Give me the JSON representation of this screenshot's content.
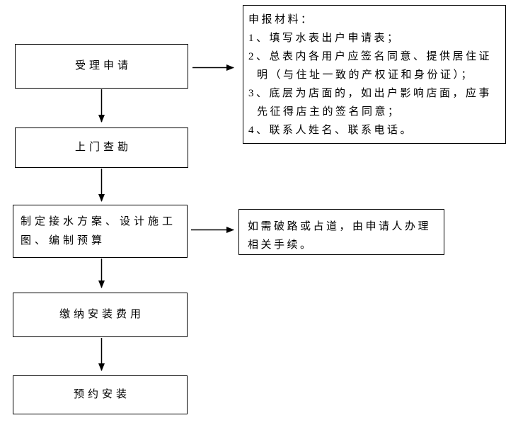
{
  "flowchart": {
    "steps": [
      {
        "id": "accept-application",
        "lines": [
          "受理申请"
        ]
      },
      {
        "id": "site-survey",
        "lines": [
          "上门查勘"
        ]
      },
      {
        "id": "plan-design-budget",
        "lines": [
          "制定接水方案、设计施工",
          "图、编制预算"
        ]
      },
      {
        "id": "pay-installation-fee",
        "lines": [
          "缴纳安装费用"
        ]
      },
      {
        "id": "schedule-installation",
        "lines": [
          "预约安装"
        ]
      }
    ],
    "materials_note": {
      "lines": [
        "申报材料：",
        "1、填写水表出户申请表；",
        "2、总表内各用户应签名同意、提供居住证",
        "明（与住址一致的产权证和身份证）；",
        "3、底层为店面的，如出户影响店面，应事",
        "先征得店主的签名同意；",
        "4、联系人姓名、联系电话。"
      ]
    },
    "road_note": {
      "lines": [
        "如需破路或占道，由申请人办理",
        "相关手续。"
      ]
    },
    "colors": {
      "line": "#000000",
      "text": "#000000",
      "background": "#ffffff"
    }
  }
}
